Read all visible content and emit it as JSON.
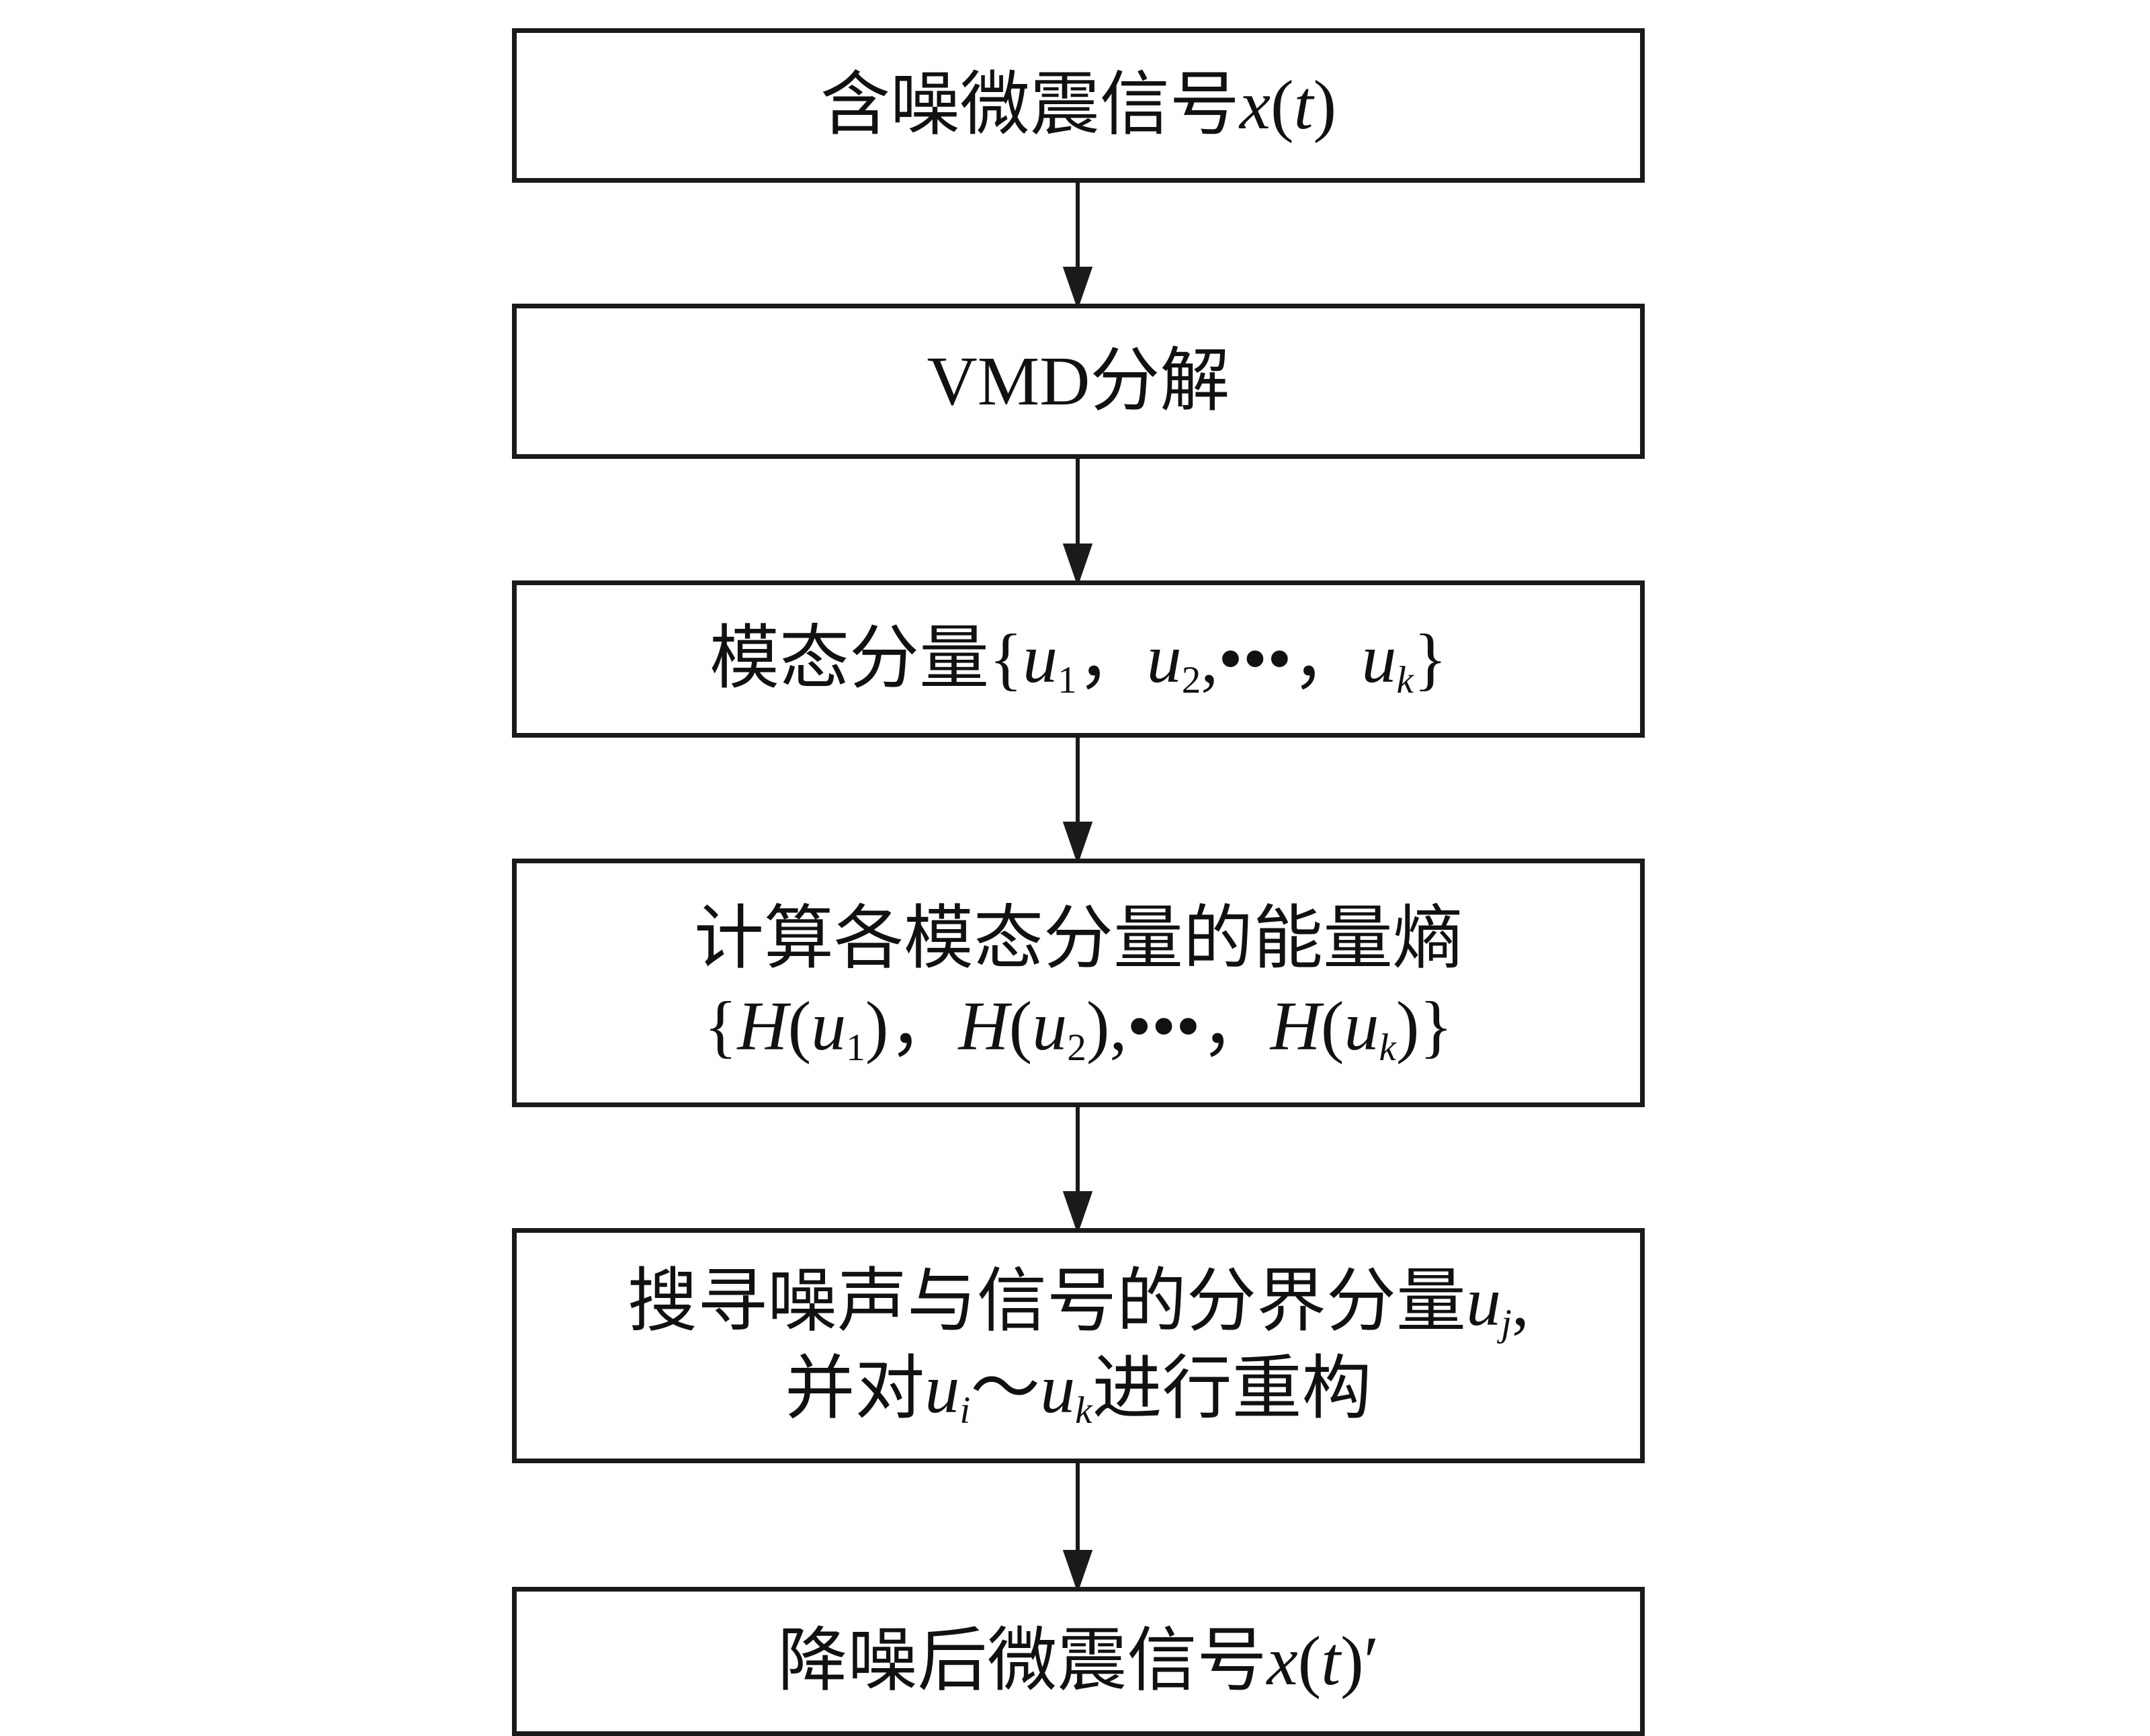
{
  "steps": [
    {
      "pre": "含噪微震信号",
      "expr": "x(t)"
    },
    {
      "text": "VMD分解"
    },
    {
      "pre": "模态分量",
      "set": "{u1，u2,•••，uk}"
    },
    {
      "line1": "计算各模态分量的能量熵",
      "line2": "{H(u1)，H(u2),•••，H(uk)}"
    },
    {
      "line1": "搜寻噪声与信号的分界分量uj,",
      "line2": "并对ui～uk进行重构"
    },
    {
      "pre": "降噪后微震信号",
      "expr": "x(t)′"
    }
  ]
}
